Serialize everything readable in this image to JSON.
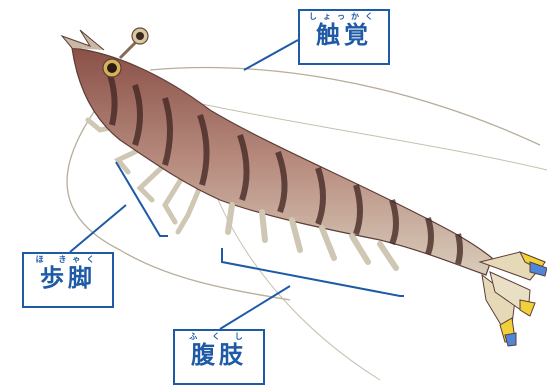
{
  "labels": {
    "antenna": {
      "ruby": "しょっかく",
      "term": "触覚"
    },
    "walking_legs": {
      "ruby": "ほ きゃく",
      "term": "歩脚"
    },
    "swimming_legs": {
      "ruby": "ふ く し",
      "term": "腹肢"
    }
  },
  "colors": {
    "label": "#1e5aa6",
    "shell_stripe_dark": "#6b3a34",
    "shell_light": "#e8e0cf",
    "tail_yellow": "#f1d13a",
    "tail_blue": "#4f86d8"
  }
}
